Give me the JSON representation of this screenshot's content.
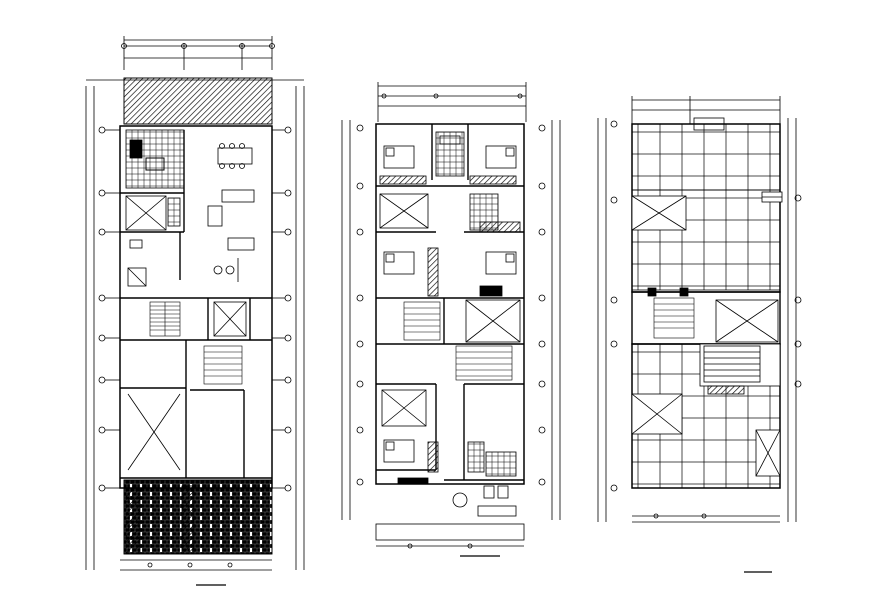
{
  "drawing": {
    "stroke_color": "#000000",
    "background_color": "#ffffff"
  },
  "plans": [
    {
      "id": "first-floor",
      "title": ""
    },
    {
      "id": "second-floor",
      "title": ""
    },
    {
      "id": "roof",
      "title": ""
    }
  ]
}
